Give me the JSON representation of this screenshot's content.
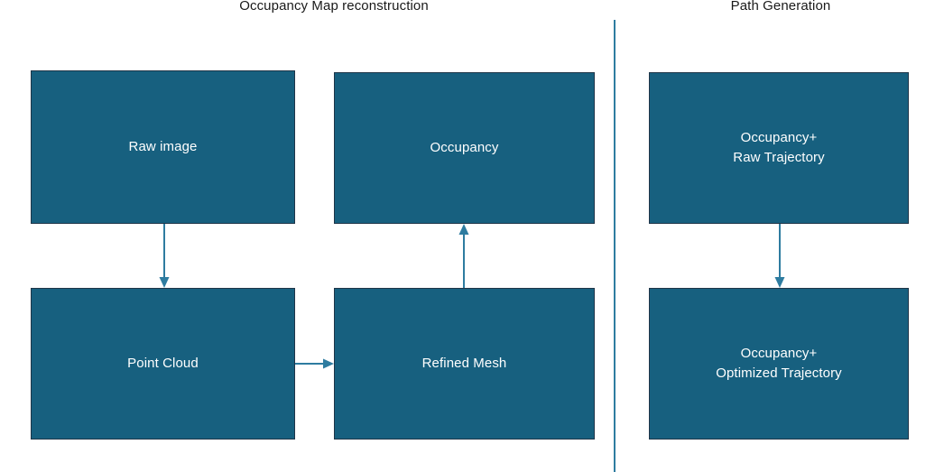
{
  "diagram": {
    "sections": [
      {
        "id": "occupancy-map-reconstruction",
        "title": "Occupancy Map reconstruction"
      },
      {
        "id": "path-generation",
        "title": "Path Generation"
      }
    ],
    "nodes": [
      {
        "id": "raw-image",
        "label": "Raw image"
      },
      {
        "id": "occupancy",
        "label": "Occupancy"
      },
      {
        "id": "point-cloud",
        "label": "Point Cloud"
      },
      {
        "id": "refined-mesh",
        "label": "Refined Mesh"
      },
      {
        "id": "occupancy-raw-trajectory",
        "label": "Occupancy+\nRaw Trajectory"
      },
      {
        "id": "occupancy-optimized-trajectory",
        "label": "Occupancy+\nOptimized Trajectory"
      }
    ],
    "edges": [
      {
        "id": "raw-image-to-point-cloud",
        "from": "raw-image",
        "to": "point-cloud",
        "direction": "down"
      },
      {
        "id": "point-cloud-to-refined-mesh",
        "from": "point-cloud",
        "to": "refined-mesh",
        "direction": "right"
      },
      {
        "id": "refined-mesh-to-occupancy",
        "from": "refined-mesh",
        "to": "occupancy",
        "direction": "up"
      },
      {
        "id": "raw-traj-to-optimized-traj",
        "from": "occupancy-raw-trajectory",
        "to": "occupancy-optimized-trajectory",
        "direction": "down"
      }
    ],
    "divider": {
      "id": "section-divider",
      "orientation": "vertical"
    },
    "colors": {
      "node_fill": "#17607F",
      "node_border": "#1F3548",
      "node_text": "#FFFFFF",
      "arrow": "#2E7CA0",
      "divider": "#2E7CA0",
      "title_text": "#1A1A1A",
      "background": "#FFFFFF"
    }
  }
}
